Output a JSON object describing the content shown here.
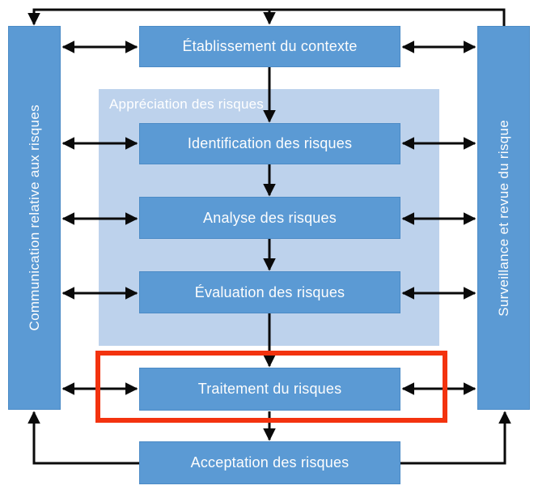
{
  "diagram": {
    "kind": "risk-management-process-flowchart",
    "bars": {
      "communication": "Communication relative aux risques",
      "surveillance": "Surveillance et revue du risque"
    },
    "panel": {
      "label": "Appréciation des risques"
    },
    "nodes": {
      "contexte": "Établissement du contexte",
      "identification": "Identification des risques",
      "analyse": "Analyse des risques",
      "evaluation": "Évaluation des risques",
      "traitement": "Traitement du risques",
      "acceptation": "Acceptation des risques"
    },
    "highlighted_node": "Traitement du risques"
  },
  "colors": {
    "node_fill": "#5b9ad4",
    "node_border": "#4c8bc6",
    "panel_fill": "#bdd2ec",
    "highlight": "#f3330f",
    "connector": "#0a0a0a",
    "label_text": "#ffffff",
    "background": "#ffffff"
  }
}
